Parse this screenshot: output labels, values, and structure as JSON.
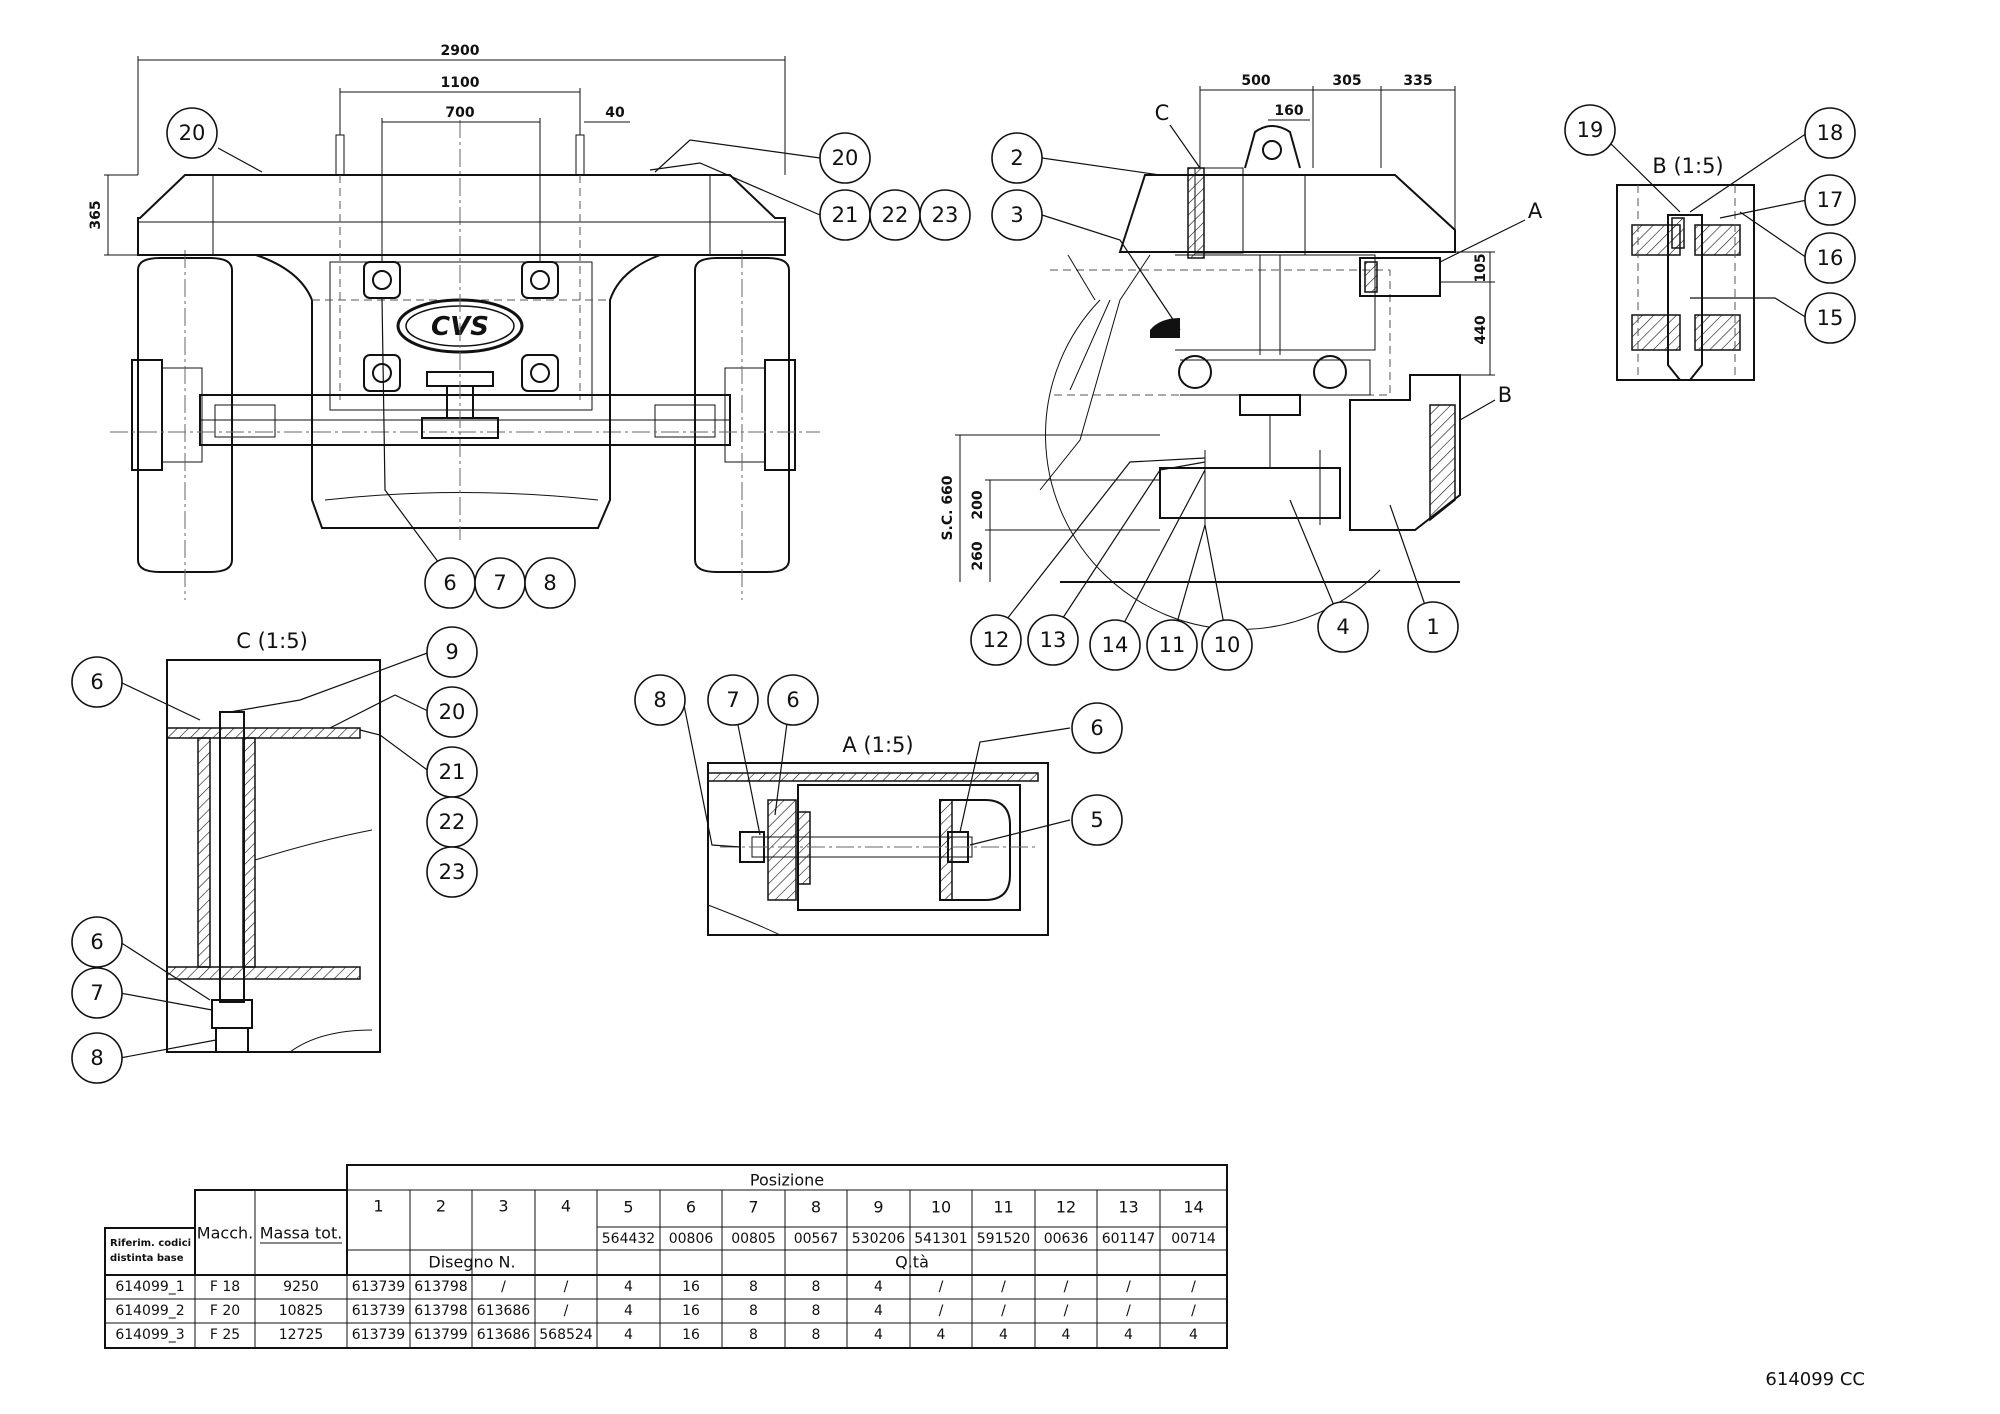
{
  "views": {
    "detail_b": "B (1:5)",
    "detail_c": "C (1:5)",
    "detail_a": "A (1:5)",
    "marker_a": "A",
    "marker_b": "B",
    "marker_c": "C"
  },
  "dimensions": {
    "front_2900": "2900",
    "front_1100": "1100",
    "front_700": "700",
    "front_40": "40",
    "front_365": "365",
    "side_500": "500",
    "side_305": "305",
    "side_335": "335",
    "side_160": "160",
    "side_105": "105",
    "side_440": "440",
    "side_sc660": "S.C. 660",
    "side_200": "200",
    "side_260": "260"
  },
  "balloons": {
    "front": [
      "20",
      "20",
      "21",
      "22",
      "23",
      "6",
      "7",
      "8"
    ],
    "side": [
      "2",
      "3",
      "12",
      "13",
      "14",
      "11",
      "10",
      "4",
      "1"
    ],
    "detail_b": [
      "19",
      "18",
      "17",
      "16",
      "15"
    ],
    "detail_c": [
      "6",
      "9",
      "20",
      "21",
      "22",
      "23",
      "6",
      "7",
      "8"
    ],
    "detail_a": [
      "8",
      "7",
      "6",
      "6",
      "5"
    ]
  },
  "logo_text": "CVS",
  "table": {
    "posizione_header": "Posizione",
    "disegno_header": "Disegno N.",
    "qta_header": "Q.tà",
    "rif_header_line1": "Riferim. codici",
    "rif_header_line2": "distinta base",
    "macch_header": "Macch.",
    "massa_header": "Massa tot.",
    "positions": [
      "1",
      "2",
      "3",
      "4",
      "5",
      "6",
      "7",
      "8",
      "9",
      "10",
      "11",
      "12",
      "13",
      "14"
    ],
    "position_codes": [
      "564432",
      "00806",
      "00805",
      "00567",
      "530206",
      "541301",
      "591520",
      "00636",
      "601147",
      "00714"
    ],
    "rows": [
      {
        "rif": "614099_1",
        "macch": "F 18",
        "massa": "9250",
        "cells": [
          "613739",
          "613798",
          "/",
          "/",
          "4",
          "16",
          "8",
          "8",
          "4",
          "/",
          "/",
          "/",
          "/",
          "/"
        ]
      },
      {
        "rif": "614099_2",
        "macch": "F 20",
        "massa": "10825",
        "cells": [
          "613739",
          "613798",
          "613686",
          "/",
          "4",
          "16",
          "8",
          "8",
          "4",
          "/",
          "/",
          "/",
          "/",
          "/"
        ]
      },
      {
        "rif": "614099_3",
        "macch": "F 25",
        "massa": "12725",
        "cells": [
          "613739",
          "613799",
          "613686",
          "568524",
          "4",
          "16",
          "8",
          "8",
          "4",
          "4",
          "4",
          "4",
          "4",
          "4"
        ]
      }
    ]
  },
  "drawing_number": "614099 CC"
}
